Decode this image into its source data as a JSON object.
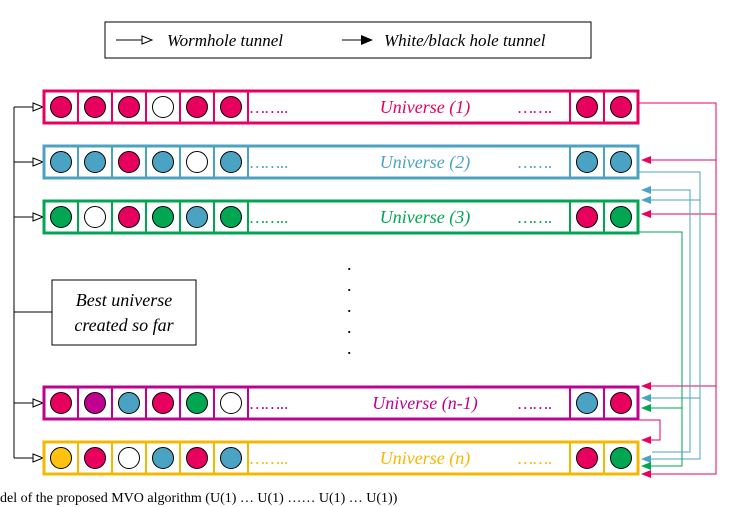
{
  "legend": {
    "wormhole_label": "Wormhole tunnel",
    "whiteblack_label": "White/black hole tunnel"
  },
  "colors": {
    "magenta": "#E8005F",
    "blue": "#4BA3C3",
    "green": "#00A651",
    "purple": "#C0008F",
    "yellow": "#FFC20E",
    "white": "#FFFFFF",
    "gold_frame": "#F5B800"
  },
  "universes": [
    {
      "label": "Universe (1)",
      "frame": "magenta",
      "left": [
        "magenta",
        "magenta",
        "magenta",
        "white",
        "magenta",
        "magenta"
      ],
      "right": [
        "magenta",
        "magenta"
      ],
      "dots_left": "……..",
      "dots_right": "……."
    },
    {
      "label": "Universe (2)",
      "frame": "blue",
      "left": [
        "blue",
        "blue",
        "magenta",
        "blue",
        "white",
        "blue"
      ],
      "right": [
        "blue",
        "blue"
      ],
      "dots_left": "……..",
      "dots_right": "……."
    },
    {
      "label": "Universe (3)",
      "frame": "green",
      "left": [
        "green",
        "white",
        "magenta",
        "green",
        "blue",
        "green"
      ],
      "right": [
        "magenta",
        "green"
      ],
      "dots_left": "……..",
      "dots_right": "……."
    },
    {
      "label": "Universe (n-1)",
      "frame": "purple",
      "left": [
        "magenta",
        "purple",
        "blue",
        "magenta",
        "green",
        "white"
      ],
      "right": [
        "blue",
        "magenta"
      ],
      "dots_left": "……..",
      "dots_right": "……."
    },
    {
      "label": "Universe (n)",
      "frame": "gold_frame",
      "left": [
        "yellow",
        "magenta",
        "white",
        "blue",
        "magenta",
        "blue"
      ],
      "right": [
        "magenta",
        "green"
      ],
      "dots_left": "……..",
      "dots_right": "……."
    }
  ],
  "best_universe": {
    "line1": "Best universe",
    "line2": "created so far"
  },
  "vertical_dots": [
    ".",
    ".",
    ".",
    ".",
    "."
  ],
  "caption_fragment": "del of the proposed MVO algorithm (U(1) … U(1) …… U(1) … U(1))"
}
